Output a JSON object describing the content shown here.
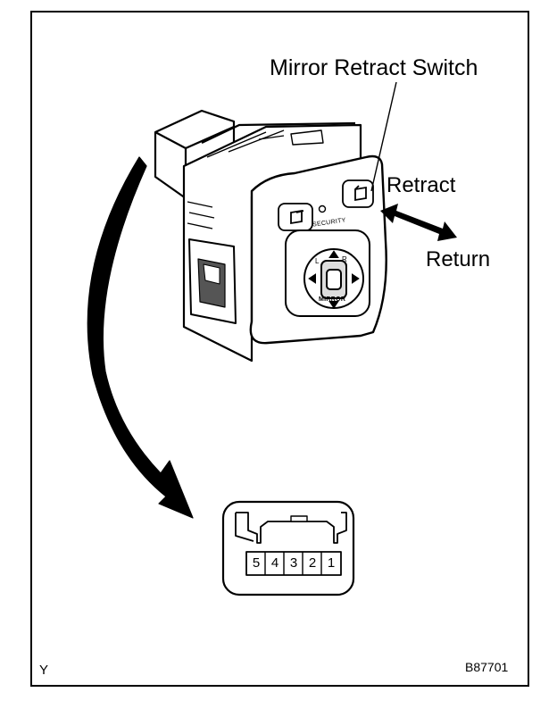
{
  "callout": {
    "title": "Mirror Retract Switch"
  },
  "directions": {
    "retract": "Retract",
    "return": "Return"
  },
  "switch_face": {
    "security_label": "SECURITY",
    "mirror_label": "MIRROR",
    "selector_left": "L",
    "selector_right": "R"
  },
  "connector": {
    "pins": [
      "5",
      "4",
      "3",
      "2",
      "1"
    ]
  },
  "corner_marks": {
    "left": "Y",
    "right": "B87701"
  }
}
